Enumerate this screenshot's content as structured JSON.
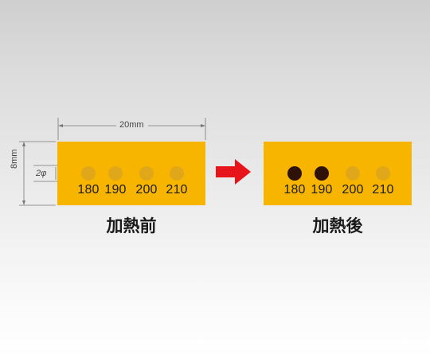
{
  "dimensions": {
    "width": "20mm",
    "height": "8mm",
    "diameter": "2φ"
  },
  "before": {
    "caption": "加熱前",
    "temperatures": [
      "180",
      "190",
      "200",
      "210"
    ],
    "changed": [
      false,
      false,
      false,
      false
    ]
  },
  "after": {
    "caption": "加熱後",
    "temperatures": [
      "180",
      "190",
      "200",
      "210"
    ],
    "changed": [
      true,
      true,
      false,
      false
    ]
  },
  "colors": {
    "label": "#f7b500",
    "dot_unchanged": "#e0a71a",
    "dot_changed": "#2e1208",
    "arrow": "#e8141c"
  }
}
